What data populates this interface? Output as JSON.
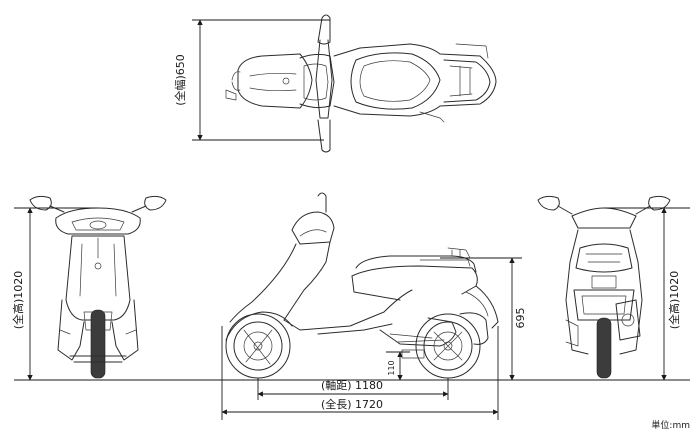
{
  "dimensions": {
    "width": "(全幅)650",
    "height_front": "(全高)1020",
    "height_rear": "(全高)1020",
    "seat_height": "695",
    "ground_clearance": "110",
    "wheelbase": "(軸距) 1180",
    "length": "(全長) 1720"
  },
  "unit": "単位:mm"
}
